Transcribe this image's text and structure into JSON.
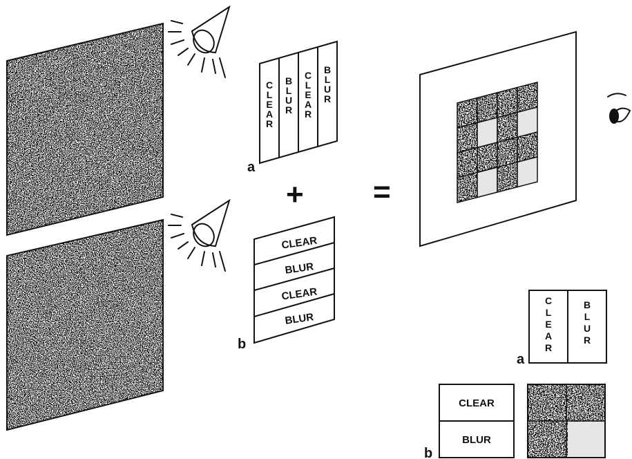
{
  "words": {
    "clear": "CLEAR",
    "blur": "BLUR"
  },
  "labels": {
    "a": "a",
    "b": "b"
  },
  "symbols": {
    "plus": "+",
    "equals": "="
  },
  "icons": {
    "projector": "projector-icon",
    "eye": "eye-icon"
  },
  "colors": {
    "ink": "#111111",
    "blurred_patch": "#e6e6e6",
    "paper": "#ffffff"
  }
}
